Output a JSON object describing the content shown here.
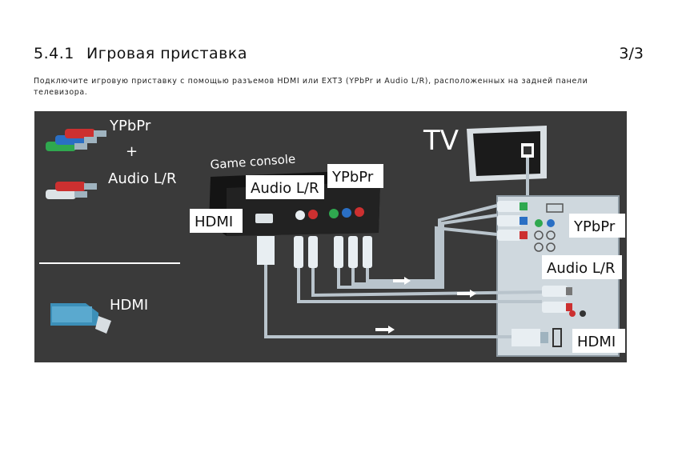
{
  "header": {
    "section_number": "5.4.1",
    "section_title": "Игровая приставка",
    "page_counter": "3/3"
  },
  "intro_text": "Подключите игровую приставку с помощью разъемов HDMI или EXT3 (YPbPr и Audio L/R), расположенных на задней панели телевизора.",
  "diagram": {
    "legend_ypbpr": "YPbPr",
    "legend_plus": "+",
    "legend_audio": "Audio L/R",
    "legend_hdmi": "HDMI",
    "tv_label": "TV",
    "console_label": "Game console",
    "console_audio_tag": "Audio L/R",
    "console_ypbpr_tag": "YPbPr",
    "console_hdmi_tag": "HDMI",
    "tv_ypbpr_tag": "YPbPr",
    "tv_audio_tag": "Audio L/R",
    "tv_hdmi_tag": "HDMI",
    "colors": {
      "background": "#3a3a3a",
      "cable": "#b9c4cc",
      "green": "#2fa84f",
      "blue": "#2a6fc4",
      "red": "#cc3030",
      "white_plug": "#e8eef2",
      "tv_panel": "#cfd8de"
    }
  }
}
